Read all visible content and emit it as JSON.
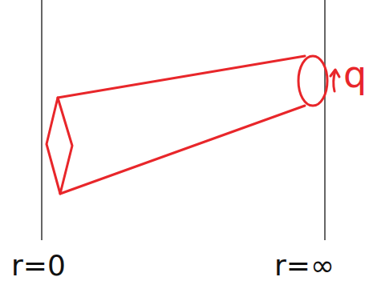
{
  "diagram": {
    "labels": [
      "r=0",
      "r=∞",
      "q"
    ]
  }
}
